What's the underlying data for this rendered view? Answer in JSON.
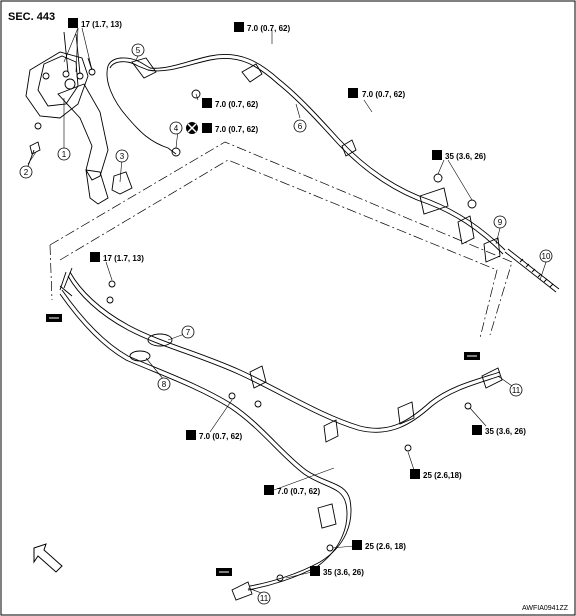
{
  "header": {
    "section": "SEC. 443"
  },
  "torques": {
    "t17a": "17 (1.7, 13)",
    "t70a": "7.0 (0.7, 62)",
    "t70b": "7.0 (0.7, 62)",
    "t70c": "7.0 (0.7, 62)",
    "t70d": "7.0 (0.7, 62)",
    "t35a": "35 (3.6, 26)",
    "t17b": "17 (1.7, 13)",
    "t70e": "7.0 (0.7, 62)",
    "t35b": "35 (3.6, 26)",
    "t25a": "25 (2.6,18)",
    "t70f": "7.0 (0.7, 62)",
    "t25b": "25 (2.6, 18)",
    "t35c": "35 (3.6, 26)"
  },
  "callouts": {
    "c1": "1",
    "c2": "2",
    "c3": "3",
    "c4": "4",
    "c5": "5",
    "c6": "6",
    "c7": "7",
    "c8": "8",
    "c9": "9",
    "c10": "10",
    "c11a": "11",
    "c11b": "11"
  },
  "footer": {
    "code": "AWFIA0941ZZ"
  },
  "icons": {
    "torque": "torque-wrench-icon",
    "no_reuse": "do-not-reuse-icon",
    "grease": "lubrication-icon",
    "front": "front-arrow-icon"
  },
  "colors": {
    "line": "#000000",
    "background": "#ffffff",
    "icon_fill": "#000000"
  }
}
